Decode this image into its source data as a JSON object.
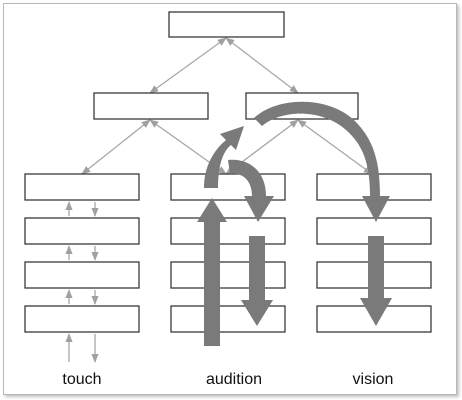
{
  "labels": {
    "touch": "touch",
    "audition": "audition",
    "vision": "vision"
  },
  "colors": {
    "box_stroke": "#3a3a3a",
    "connector": "#a8a8a8",
    "big_arrow": "#7a7a7a",
    "text": "#111111"
  }
}
